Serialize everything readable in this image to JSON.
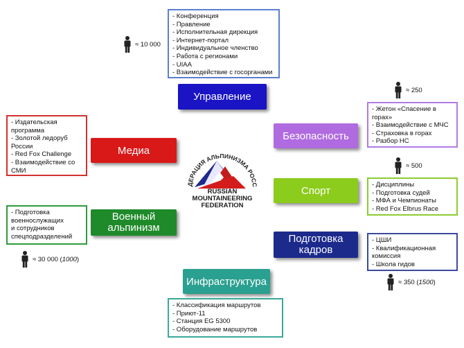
{
  "colors": {
    "management": "#1a14c4",
    "media": "#d91818",
    "military": "#1f8a2a",
    "security": "#b06be0",
    "sport": "#8ccc1c",
    "training": "#1c2a8c",
    "infrastructure": "#2aa090"
  },
  "management": {
    "label": "Управление",
    "count": "≈ 10 000",
    "items": [
      "- Конференция",
      "- Правление",
      "- Исполнительная дирекция",
      "- Интернет-портал",
      "- Индивидуальное членство",
      "- Работа с регионами",
      "- UIAA",
      "- Взаимодействие с госорганами"
    ]
  },
  "media": {
    "label": "Медиа",
    "items": [
      "- Издательская\n  программа",
      "- Золотой ледоруб\n  России",
      "- Red Fox Challenge",
      "- Взаимодействие со\n  СМИ"
    ]
  },
  "military": {
    "label": "Военный\nальпинизм",
    "count_main": "≈ 30 000 (",
    "count_italic": "1000",
    "count_end": ")",
    "items": [
      "- Подготовка\n  военнослужащих\n  и сотрудников\n  спецподразделений"
    ]
  },
  "security": {
    "label": "Безопасность",
    "count": "≈ 250",
    "items": [
      "- Жетон «Спасение в\n  горах»",
      "- Взаимодействие с МЧС",
      "- Страховка в горах",
      "- Разбор НС"
    ]
  },
  "sport": {
    "label": "Спорт",
    "count": "≈ 500",
    "items": [
      "- Дисциплины",
      "- Подготовка судей",
      "- МФА и Чемпионаты",
      "- Red Fox Elbrus Race"
    ]
  },
  "training": {
    "label": "Подготовка\nкадров",
    "count_main": "≈ 350 (",
    "count_italic": "1500",
    "count_end": ")",
    "items": [
      "- ЦШИ",
      "- Квалификационная\n  комиссия",
      "- Школа гидов"
    ]
  },
  "infrastructure": {
    "label": "Инфраструктура",
    "items": [
      "- Классификация маршрутов",
      "- Приют-11",
      "- Станция EG 5300",
      "- Оборудование маршрутов"
    ]
  },
  "logo": {
    "arc_text": "ФЕДЕРАЦИЯ АЛЬПИНИЗМА РОССИИ",
    "line1": "RUSSIAN",
    "line2": "MOUNTAINEERING",
    "line3": "FEDERATION"
  }
}
